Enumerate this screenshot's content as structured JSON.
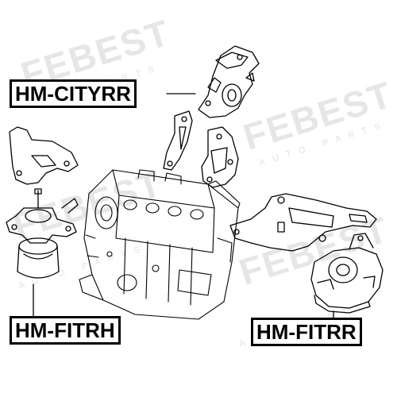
{
  "watermark": {
    "brand": "FEBEST",
    "sub": "AUTO PARTS"
  },
  "labels": {
    "top": "HM-CITYRR",
    "left": "HM-FITRH",
    "right": "HM-FITRR"
  },
  "colors": {
    "line": "#000000",
    "background": "#ffffff",
    "watermark": "#e6e6e6"
  }
}
